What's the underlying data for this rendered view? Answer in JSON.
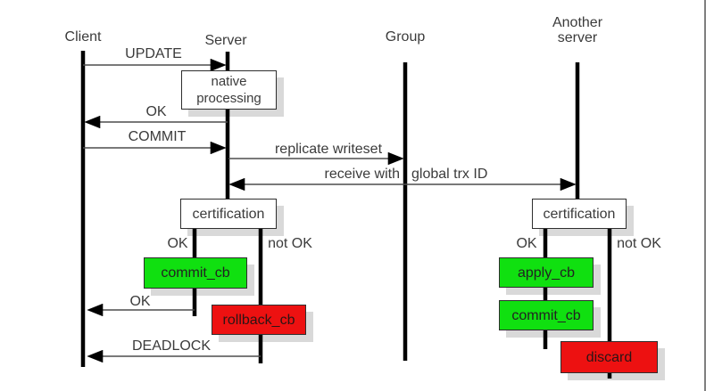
{
  "actors": {
    "client": "Client",
    "server": "Server",
    "group": "Group",
    "another_line1": "Another",
    "another_line2": "server"
  },
  "messages": {
    "update": "UPDATE",
    "ok_native": "OK",
    "commit": "COMMIT",
    "replicate_writeset": "replicate writeset",
    "receive_with": "receive with",
    "global_trx_id": "global trx ID",
    "ok_commit": "OK",
    "deadlock": "DEADLOCK"
  },
  "branches": {
    "server_ok": "OK",
    "server_not_ok": "not OK",
    "another_ok": "OK",
    "another_not_ok": "not OK"
  },
  "boxes": {
    "native_line1": "native",
    "native_line2": "processing",
    "certification_server": "certification",
    "certification_another": "certification",
    "commit_cb_server": "commit_cb",
    "rollback_cb": "rollback_cb",
    "apply_cb": "apply_cb",
    "commit_cb_another": "commit_cb",
    "discard": "discard"
  },
  "colors": {
    "callback_green": "#10e010",
    "abort_red": "#ed1111",
    "box_shadow_gray": "#d9d9d9",
    "arrow_line_gray": "#4d4d4d",
    "lifeline_black": "#000000",
    "text_gray": "#3b3b3b",
    "page_border_gray": "#555555"
  }
}
